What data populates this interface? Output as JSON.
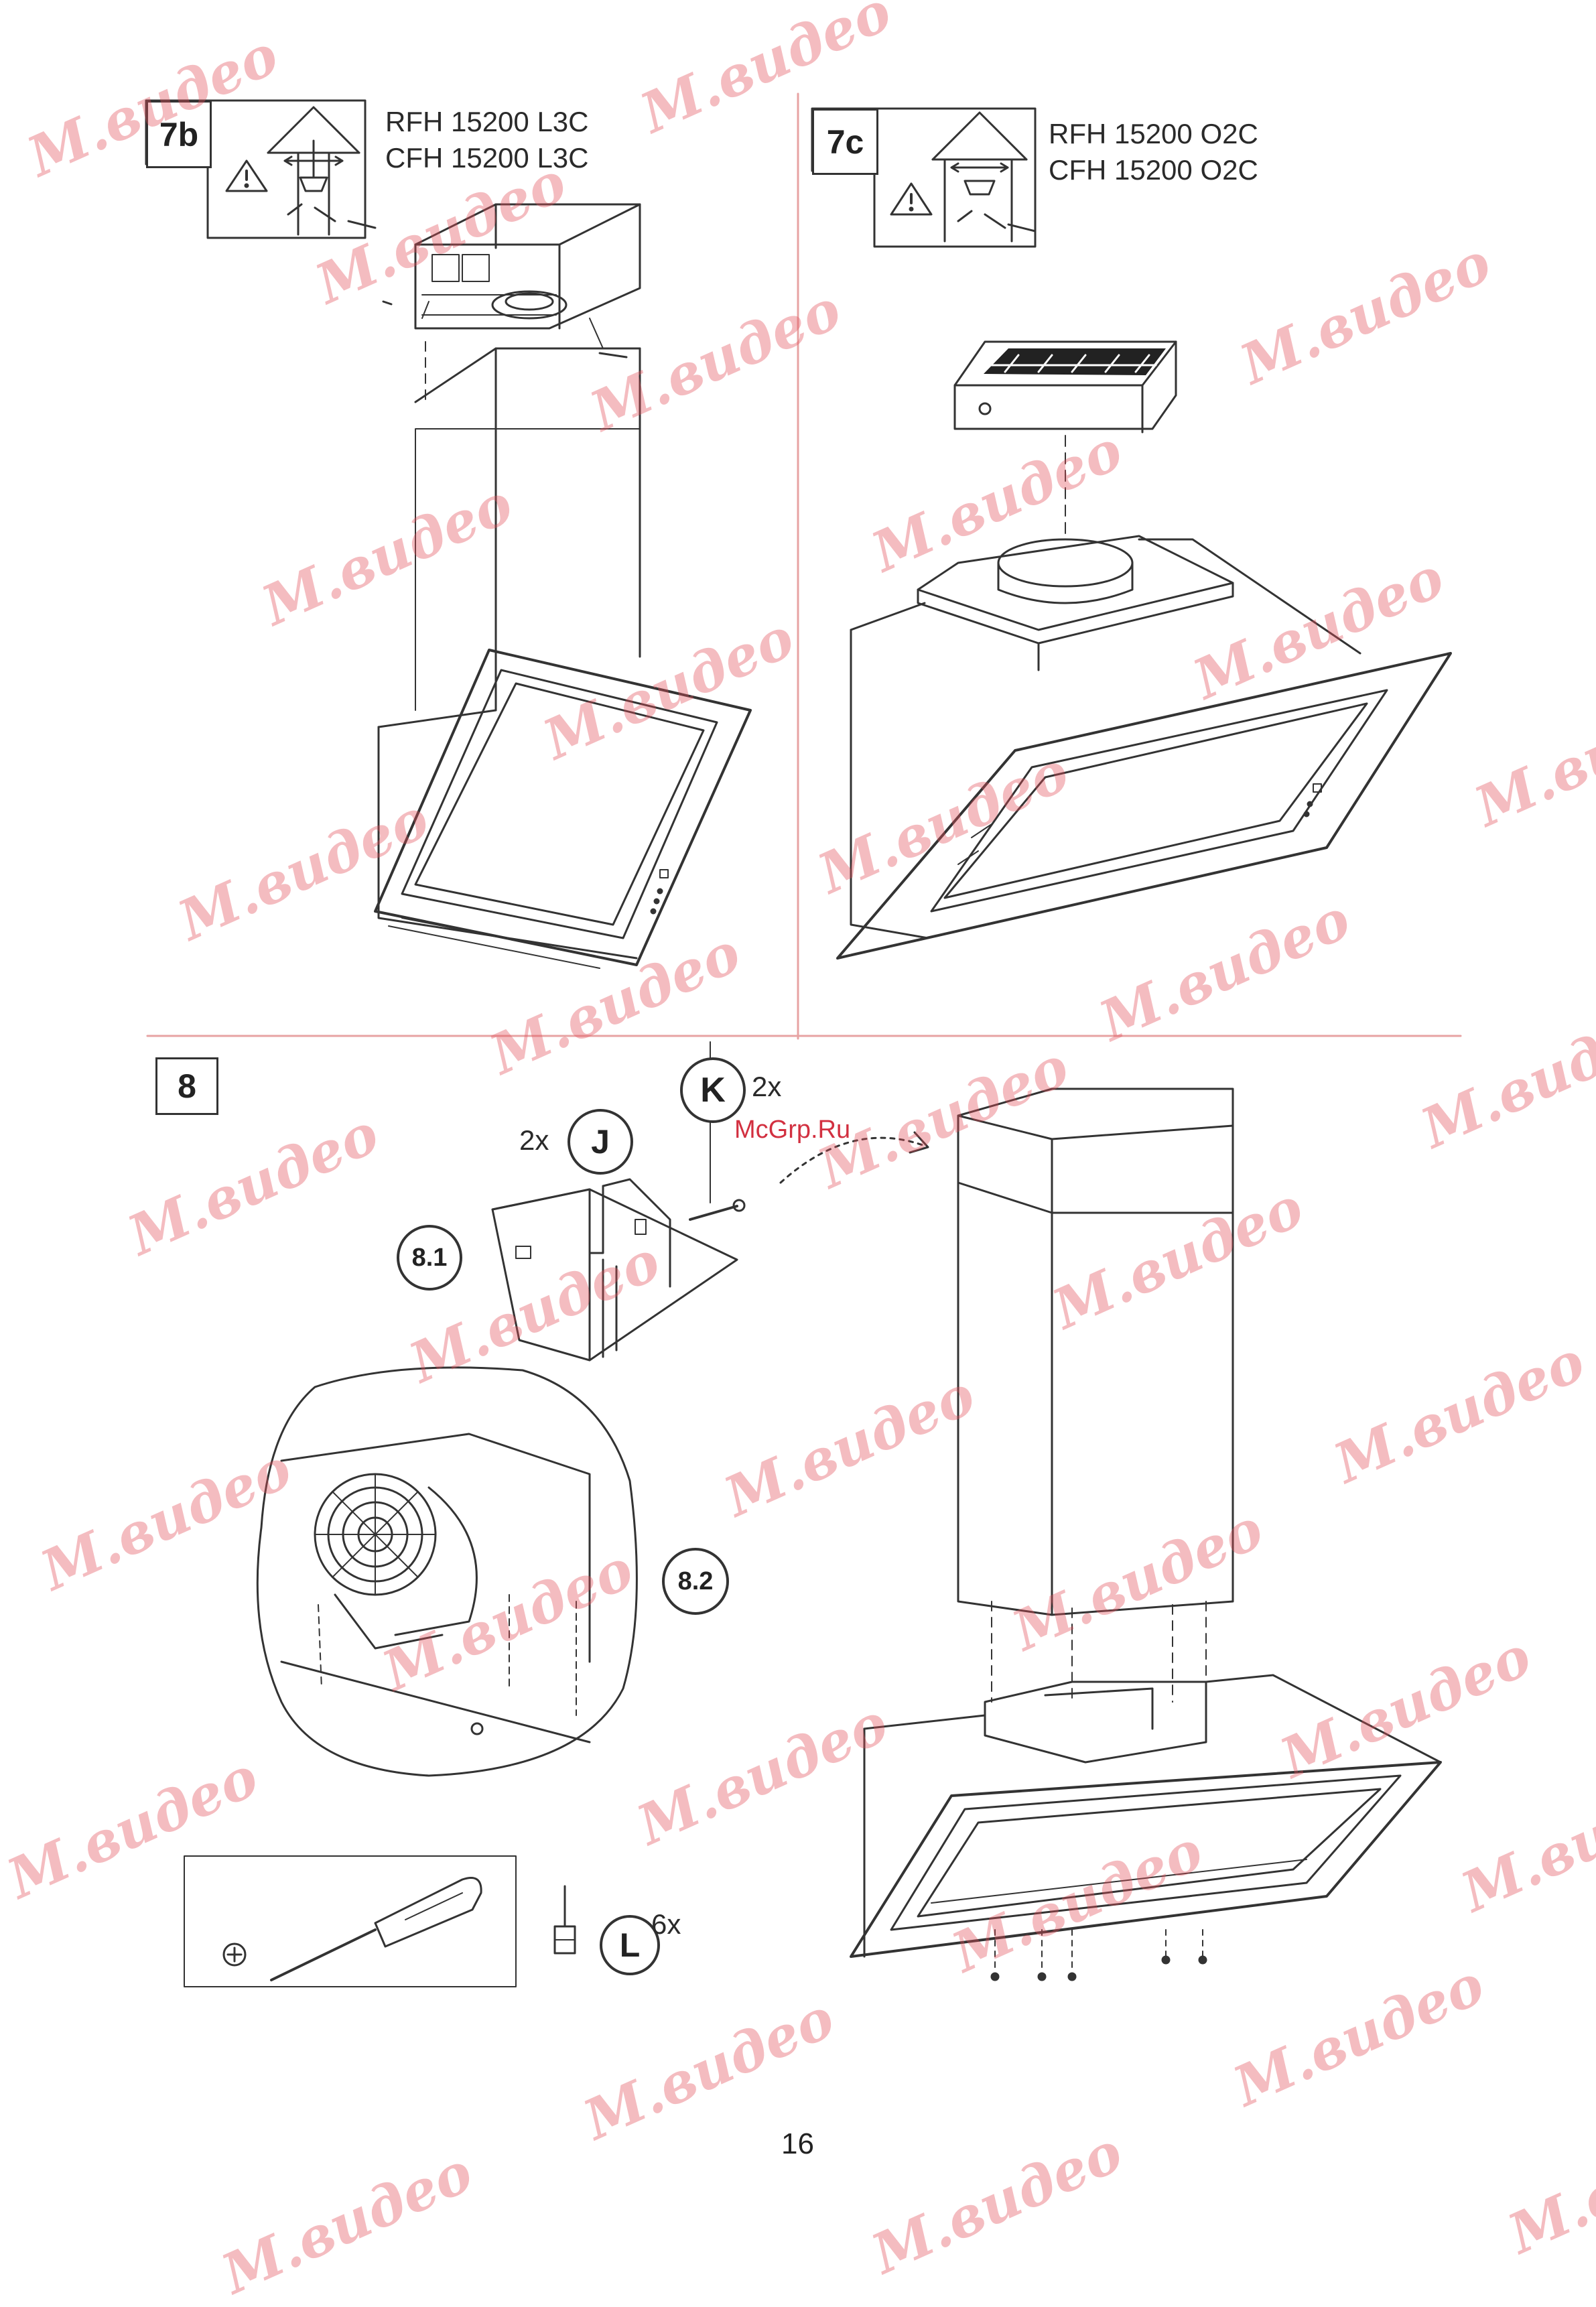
{
  "steps": {
    "s7b": {
      "label": "7b",
      "models": [
        "RFH 15200 L3C",
        "CFH 15200 L3C"
      ]
    },
    "s7c": {
      "label": "7c",
      "models": [
        "RFH 15200 O2C",
        "CFH 15200 O2C"
      ]
    },
    "s8": {
      "label": "8",
      "sub1": "8.1",
      "sub2": "8.2",
      "part_j": {
        "letter": "J",
        "qty": "2x"
      },
      "part_k": {
        "letter": "K",
        "qty": "2x"
      },
      "part_l": {
        "letter": "L",
        "qty": "6x"
      }
    }
  },
  "site_label": "McGrp.Ru",
  "page_number": "16",
  "watermark": "M.видео",
  "colors": {
    "divider": "#e7a3a3",
    "watermark": "#e1505a",
    "ink": "#333333"
  }
}
